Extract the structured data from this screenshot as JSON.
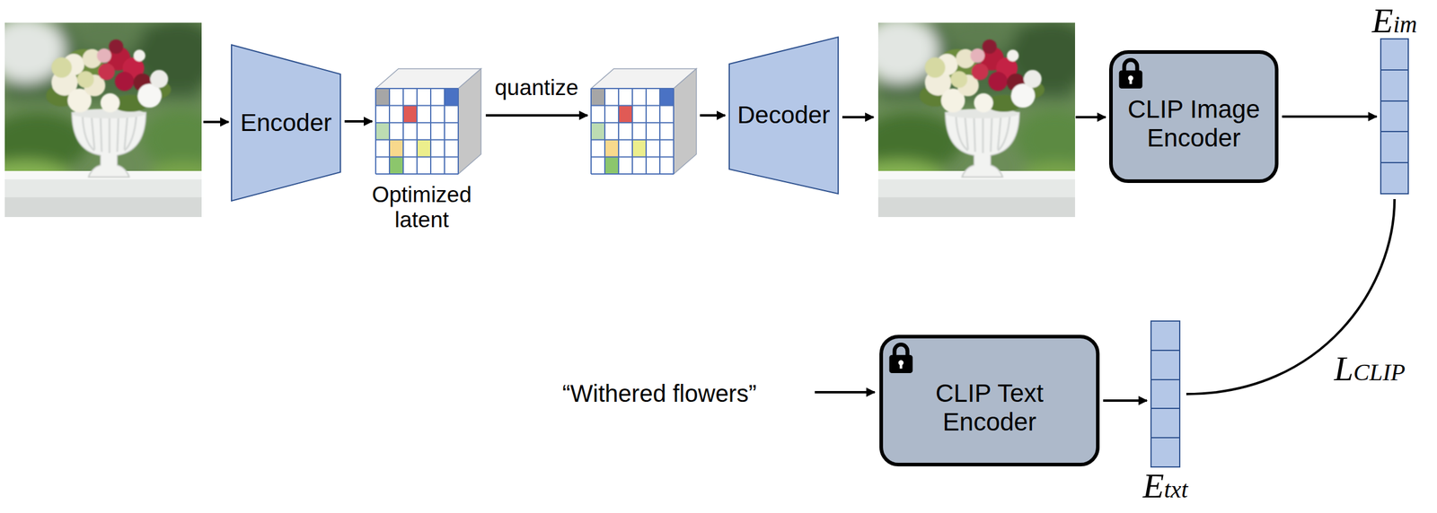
{
  "diagram": {
    "nodes": [
      {
        "text": [
          "Encoder"
        ]
      },
      {
        "text": [
          "Optimized latent"
        ]
      },
      {
        "text": [
          "Decoder"
        ]
      },
      {
        "text": [
          "CLIP Image Encoder"
        ]
      },
      {
        "text": [
          "Eim"
        ]
      },
      {
        "text": [
          "CLIP Text Encoder"
        ]
      },
      {
        "text": [
          "Etxt"
        ]
      }
    ],
    "edges": [
      {
        "from": 0,
        "to": 1,
        "arrow": "to"
      },
      {
        "from": 3,
        "to": 4,
        "arrow": "to"
      },
      {
        "from": 5,
        "to": 6,
        "arrow": "to"
      },
      {
        "from": 4,
        "to": 6,
        "arrow": "none",
        "label": "LCLIP"
      }
    ],
    "labels": [
      "quantize",
      "“Withered flowers”"
    ]
  }
}
